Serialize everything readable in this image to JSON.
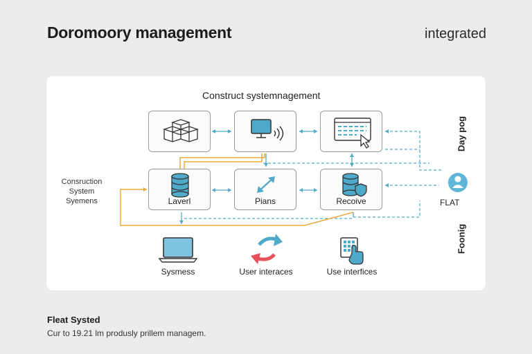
{
  "header": {
    "title": "Doromoory management",
    "tag": "integrated"
  },
  "diagram": {
    "title": "Construct systemnagement",
    "side_label": [
      "Consruction",
      "System",
      "Syemens"
    ],
    "boxes": [
      {
        "id": "cubes",
        "label": "",
        "icon": "cubes-icon"
      },
      {
        "id": "monitor",
        "label": "",
        "icon": "monitor-signal-icon"
      },
      {
        "id": "browser",
        "label": "",
        "icon": "browser-cursor-icon"
      },
      {
        "id": "layer",
        "label": "Laverl",
        "icon": "database-icon"
      },
      {
        "id": "plans",
        "label": "Pians",
        "icon": "diagonal-arrows-icon"
      },
      {
        "id": "receive",
        "label": "Recoive",
        "icon": "database-shield-icon"
      }
    ],
    "bottom_items": [
      {
        "label": "Sysmess",
        "icon": "laptop-icon"
      },
      {
        "label": "User interaces",
        "icon": "sync-arrows-icon"
      },
      {
        "label": "Use interfices",
        "icon": "touch-panel-icon"
      }
    ],
    "right_column": {
      "top": "Day pog",
      "middle": "FLAT",
      "bottom": "Foonig"
    },
    "colors": {
      "line_blue": "#4fa9c9",
      "line_orange": "#e8a93a",
      "user_icon": "#5fb6d6"
    }
  },
  "footer": {
    "title": "Fleat Systed",
    "subtitle": "Cur to 19.21 lm produsly prillem managem."
  }
}
